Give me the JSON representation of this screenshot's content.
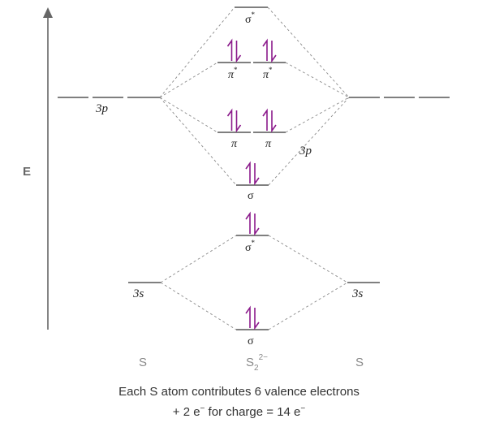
{
  "axis": {
    "label": "E"
  },
  "atoms": {
    "left": "S",
    "right": "S",
    "center": "S",
    "center_subscript": "2",
    "center_charge": "2−"
  },
  "labels": {
    "left_3p": "3p",
    "right_3p": "3p",
    "left_3s": "3s",
    "right_3s": "3s"
  },
  "orbitals": [
    {
      "id": "sigma-star-2p",
      "symbol": "σ",
      "star": "*",
      "electrons": 0
    },
    {
      "id": "pi-star-1",
      "symbol": "π",
      "star": "*",
      "electrons": 2
    },
    {
      "id": "pi-star-2",
      "symbol": "π",
      "star": "*",
      "electrons": 2
    },
    {
      "id": "pi-1",
      "symbol": "π",
      "star": "",
      "electrons": 2
    },
    {
      "id": "pi-2",
      "symbol": "π",
      "star": "",
      "electrons": 2
    },
    {
      "id": "sigma-2p",
      "symbol": "σ",
      "star": "",
      "electrons": 2
    },
    {
      "id": "sigma-star-3s",
      "symbol": "σ",
      "star": "*",
      "electrons": 2
    },
    {
      "id": "sigma-3s",
      "symbol": "σ",
      "star": "",
      "electrons": 2
    }
  ],
  "caption": {
    "line1": "Each S atom contributes 6 valence electrons",
    "line2_prefix": "+ 2 e",
    "line2_sup": "−",
    "line2_middle": " for charge = 14 e",
    "line2_sup2": "−"
  },
  "colors": {
    "electron": "#8b1a8b",
    "level": "#555555",
    "dash": "#8a8a8a"
  }
}
